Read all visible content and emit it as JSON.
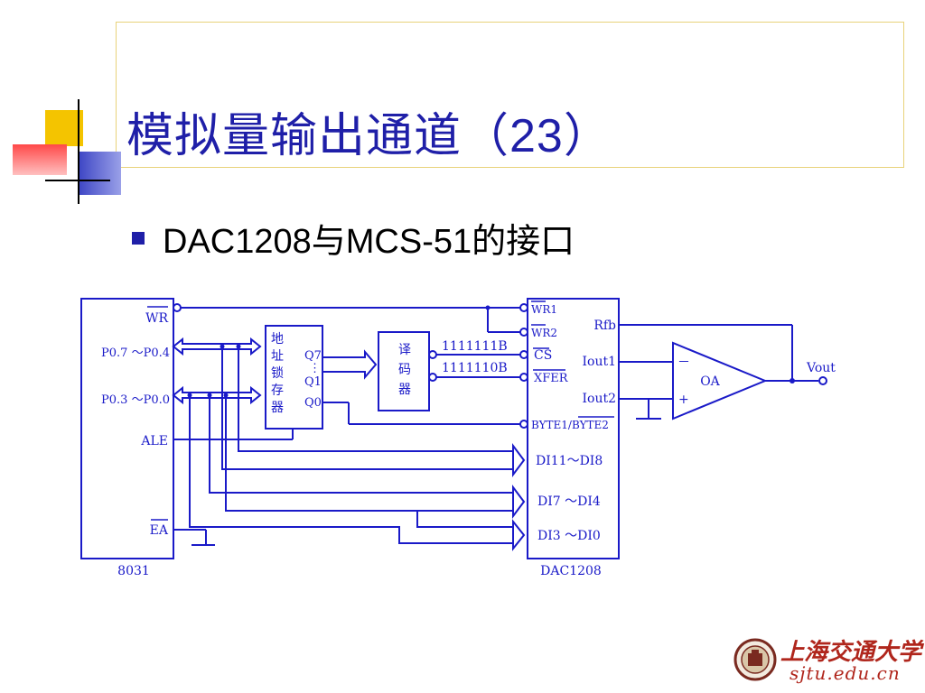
{
  "slide": {
    "title": "模拟量输出通道（23）",
    "bullet": "DAC1208与MCS-51的接口"
  },
  "diagram": {
    "mcu": {
      "name": "8031",
      "pin_wr": "WR",
      "pin_p07_p04": "P0.7 ～P0.4",
      "pin_p03_p00": "P0.3 ～P0.0",
      "pin_ale": "ALE",
      "pin_ea": "EA"
    },
    "latch": {
      "label_chars": [
        "地",
        "址",
        "锁",
        "存",
        "器"
      ],
      "q7": "Q7",
      "q1": "Q1",
      "q0": "Q0"
    },
    "decoder": {
      "label_chars": [
        "译",
        "码",
        "器"
      ],
      "out1": "1111111B",
      "out2": "1111110B"
    },
    "dac": {
      "name": "DAC1208",
      "wr1": "WR1",
      "wr2": "WR2",
      "cs": "CS",
      "xfer": "XFER",
      "rfb": "Rfb",
      "iout1": "Iout1",
      "iout2": "Iout2",
      "byte": "BYTE1/BYTE2",
      "di_11_8": "DI11～DI8",
      "di_7_4": "DI7 ～DI4",
      "di_3_0": "DI3 ～DI0"
    },
    "opamp": {
      "label": "OA",
      "minus": "－",
      "plus": "+",
      "output": "Vout"
    }
  },
  "logo": {
    "name": "上海交通大学",
    "url": "sjtu.edu.cn"
  },
  "colors": {
    "title": "#1f1fa8",
    "diagram": "#1a1ac8",
    "deco_yellow": "#f4c400",
    "deco_blue": "#3b44c4",
    "deco_red": "#ff5a5a",
    "logo_red": "#b0261c"
  }
}
